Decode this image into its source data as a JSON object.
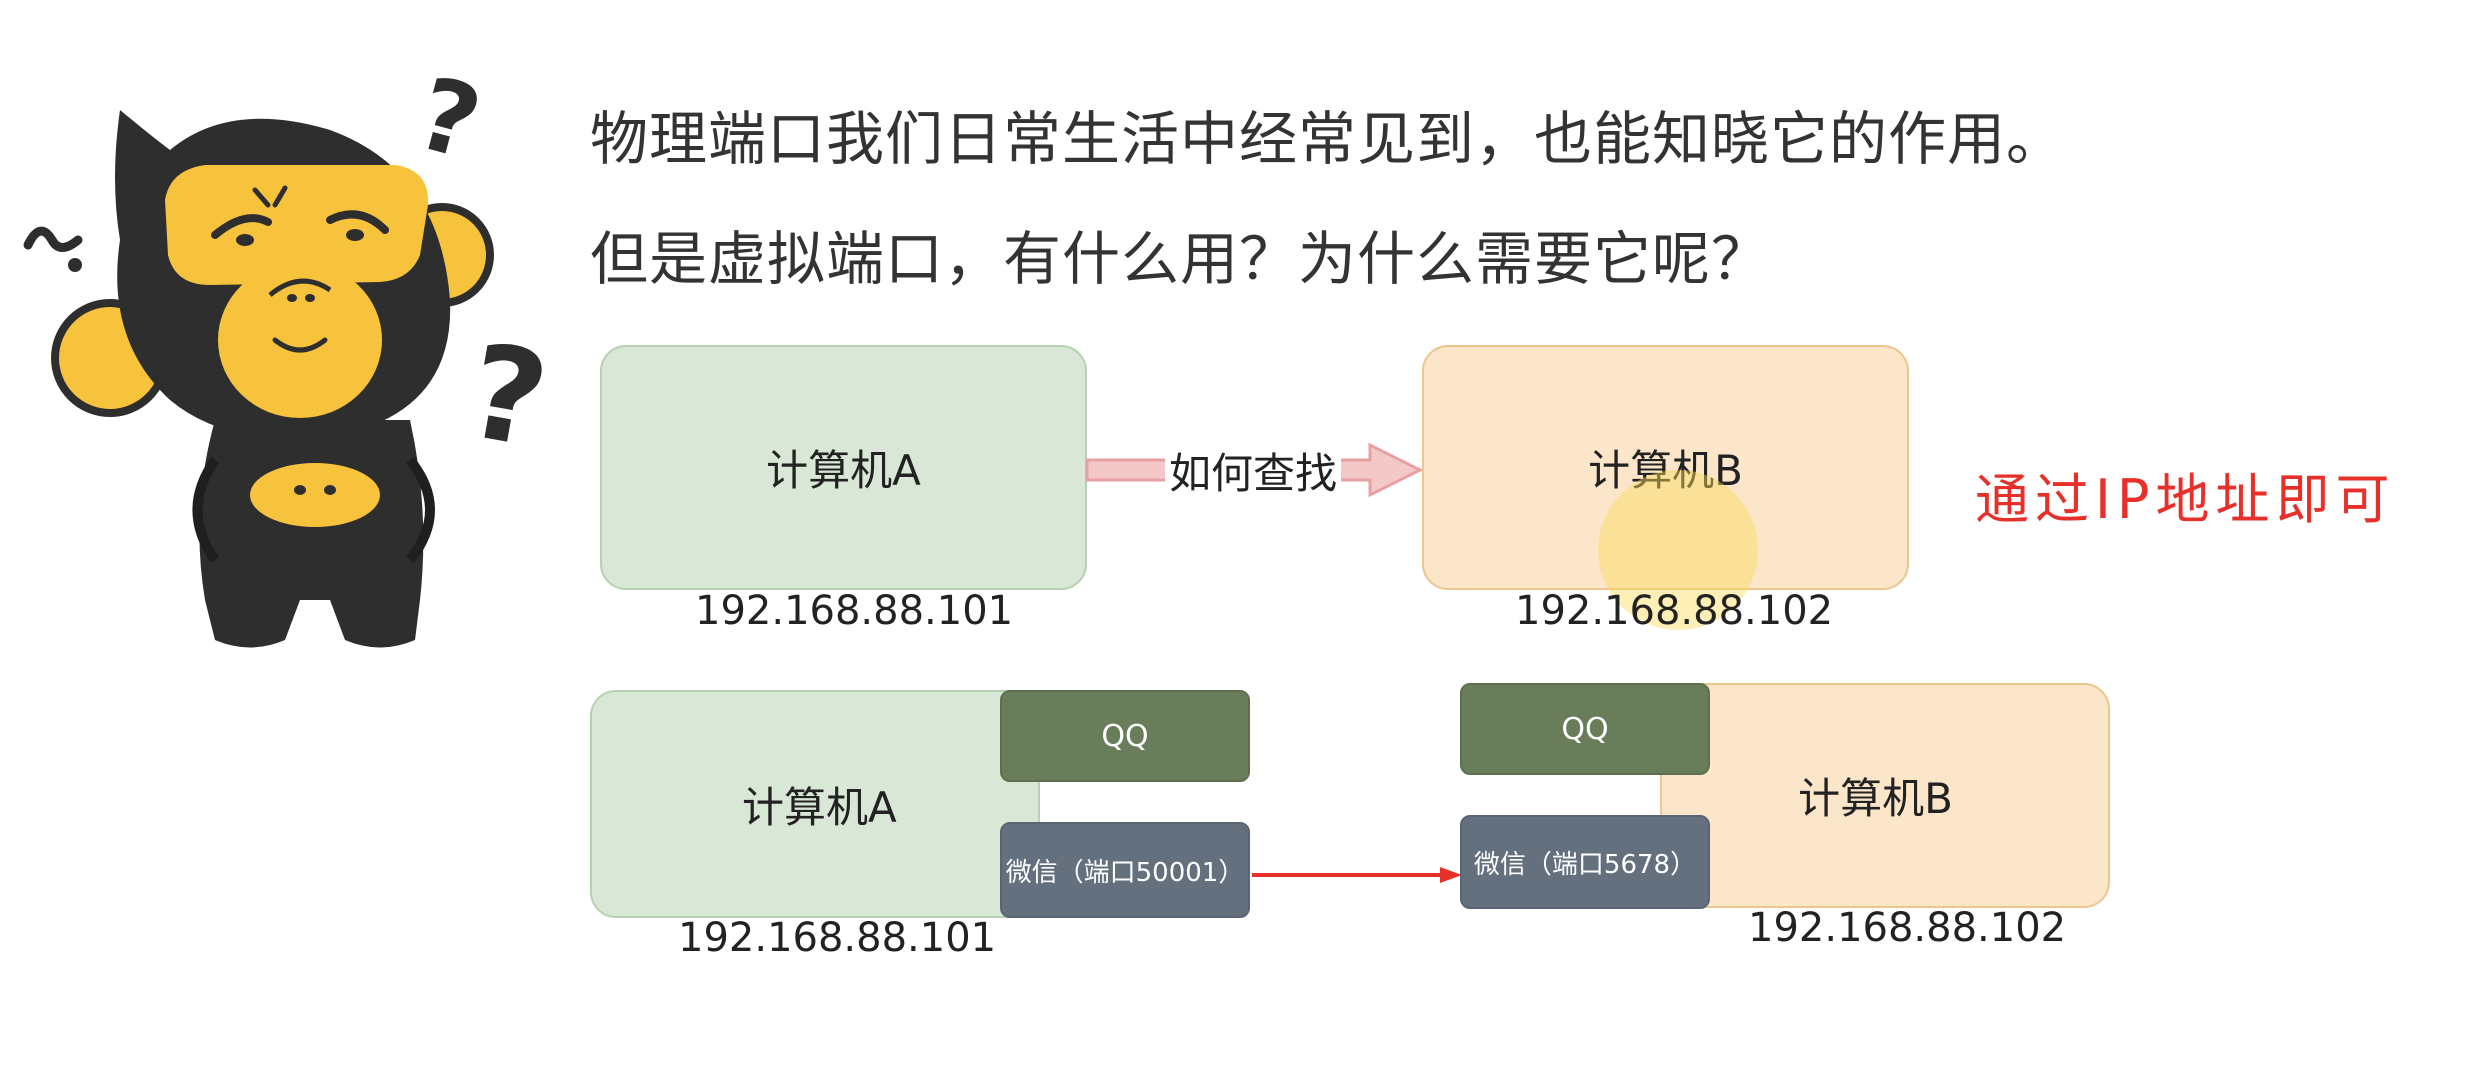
{
  "heading": {
    "line1": "物理端口我们日常生活中经常见到，也能知晓它的作用。",
    "line2": "但是虚拟端口，有什么用？为什么需要它呢？"
  },
  "mascot": {
    "icon": "confused-monkey-icon",
    "marks": [
      "?",
      "?"
    ]
  },
  "top_diagram": {
    "computer_a": {
      "label": "计算机A",
      "ip": "192.168.88.101"
    },
    "arrow_label": "如何查找",
    "computer_b": {
      "label": "计算机B",
      "ip": "192.168.88.102"
    },
    "note": "通过IP地址即可"
  },
  "bottom_diagram": {
    "computer_a": {
      "label": "计算机A",
      "ip": "192.168.88.101",
      "qq": "QQ",
      "wechat": "微信（端口50001）"
    },
    "computer_b": {
      "label": "计算机B",
      "ip": "192.168.88.102",
      "qq": "QQ",
      "wechat": "微信（端口5678）"
    }
  },
  "colors": {
    "green_box": "#d9e7d6",
    "peach_box": "#fce6c9",
    "qq_tag": "#6a7d5b",
    "wechat_tag": "#65707e",
    "note_red": "#e8302a",
    "arrow_pink": "#f4c7c9"
  }
}
